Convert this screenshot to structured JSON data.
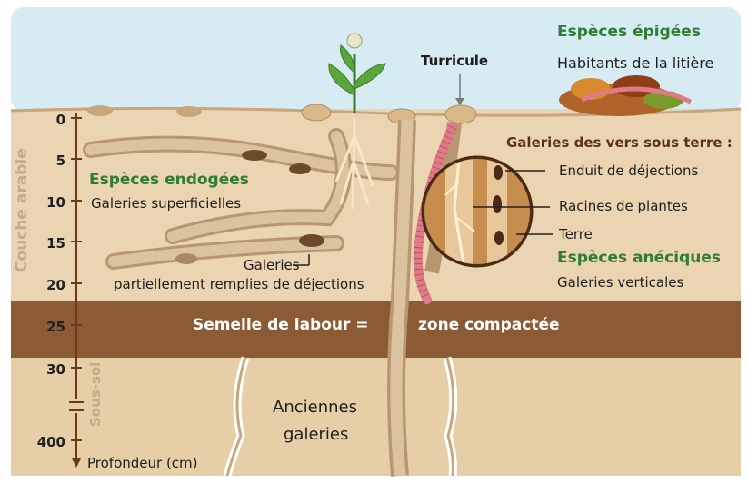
{
  "labels": {
    "epigees_title": "Espèces épigées",
    "epigees_sub": "Habitants de la litière",
    "turricule": "Turricule",
    "galeries_sous_terre": "Galeries des vers sous terre :",
    "enduit": "Enduit de déjections",
    "racines": "Racines de plantes",
    "terre": "Terre",
    "aneciques_title": "Espèces anéciques",
    "aneciques_sub": "Galeries verticales",
    "endogees_title": "Espèces endogées",
    "endogees_sub": "Galeries superficielles",
    "galeries_partielles_1": "Galeries",
    "galeries_partielles_2": "partiellement remplies de déjections",
    "semelle": "Semelle de labour =",
    "zone": "zone compactée",
    "anciennes_1": "Anciennes",
    "anciennes_2": "galeries",
    "couche_arable": "Couche arable",
    "sous_sol": "Sous-sol",
    "profondeur": "Profondeur (cm)"
  },
  "depth_scale": {
    "ticks": [
      "0",
      "5",
      "10",
      "15",
      "20",
      "25",
      "30",
      "400"
    ]
  },
  "colors": {
    "sky": "#d6ebf2",
    "topsoil": "#ead4b2",
    "hardpan": "#8a5b34",
    "subsoil": "#e6cfa6",
    "earthworm": "#e07a86",
    "green_title": "#2e7d32"
  }
}
